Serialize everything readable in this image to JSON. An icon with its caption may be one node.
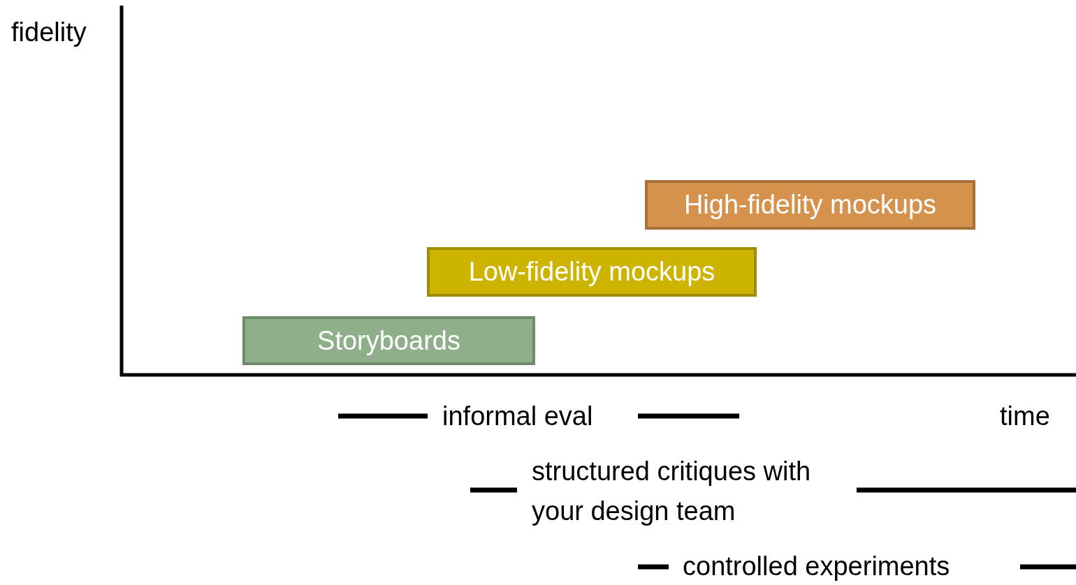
{
  "diagram": {
    "nodes": [
      {
        "text": [
          "Storyboards"
        ]
      },
      {
        "text": [
          "Low-fidelity mockups"
        ]
      },
      {
        "text": [
          "High-fidelity mockups"
        ]
      }
    ],
    "labels": [
      "fidelity",
      "informal eval",
      "time",
      "structured critiques with your design team",
      "controlled experiments"
    ]
  }
}
